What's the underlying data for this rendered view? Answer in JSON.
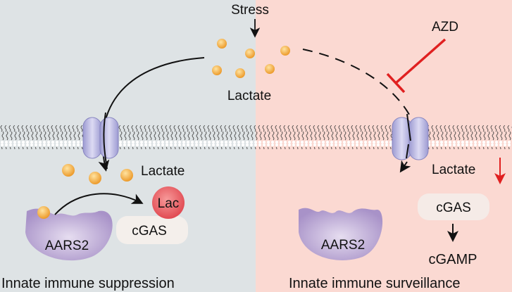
{
  "labels": {
    "stress": "Stress",
    "lactate_top": "Lactate",
    "lactate_left": "Lactate",
    "lactate_right": "Lactate",
    "azd": "AZD",
    "lac": "Lac",
    "cgas_left": "cGAS",
    "cgas_right": "cGAS",
    "aars2_left": "AARS2",
    "aars2_right": "AARS2",
    "cgamp": "cGAMP",
    "left_caption": "Innate immune suppression",
    "right_caption": "Innate immune surveillance"
  },
  "colors": {
    "left_bg": "#dee3e5",
    "right_bg": "#fbd9d2",
    "lactate_dot": "#f2a83a",
    "inhibitor_red": "#e02020",
    "lac_red": "#ea5a5f",
    "channel": "#b7b5e0",
    "aars2": "#b9a6d2"
  }
}
